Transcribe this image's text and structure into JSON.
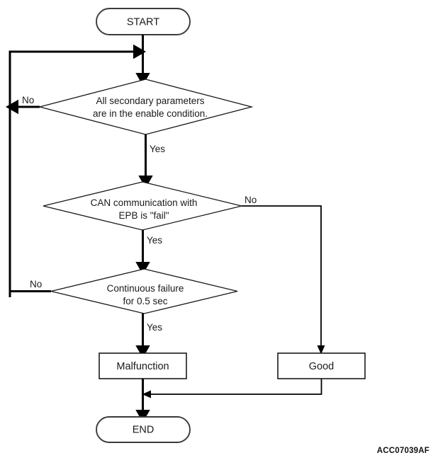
{
  "diagram": {
    "title_ref": "ACC07039AF",
    "nodes": {
      "start": {
        "label": "START",
        "type": "terminator"
      },
      "decision1": {
        "type": "decision",
        "line1": "All secondary parameters",
        "line2": "are in the enable condition."
      },
      "decision2": {
        "type": "decision",
        "line1": "CAN communication with",
        "line2": "EPB is \"fail\""
      },
      "decision3": {
        "type": "decision",
        "line1": "Continuous failure",
        "line2": "for 0.5 sec"
      },
      "malfunction": {
        "label": "Malfunction",
        "type": "process"
      },
      "good": {
        "label": "Good",
        "type": "process"
      },
      "end": {
        "label": "END",
        "type": "terminator"
      }
    },
    "edge_labels": {
      "d1_no": "No",
      "d1_yes": "Yes",
      "d2_no": "No",
      "d2_yes": "Yes",
      "d3_no": "No",
      "d3_yes": "Yes"
    },
    "colors": {
      "line": "#000000",
      "text": "#1a1a1a",
      "background": "#ffffff"
    }
  }
}
